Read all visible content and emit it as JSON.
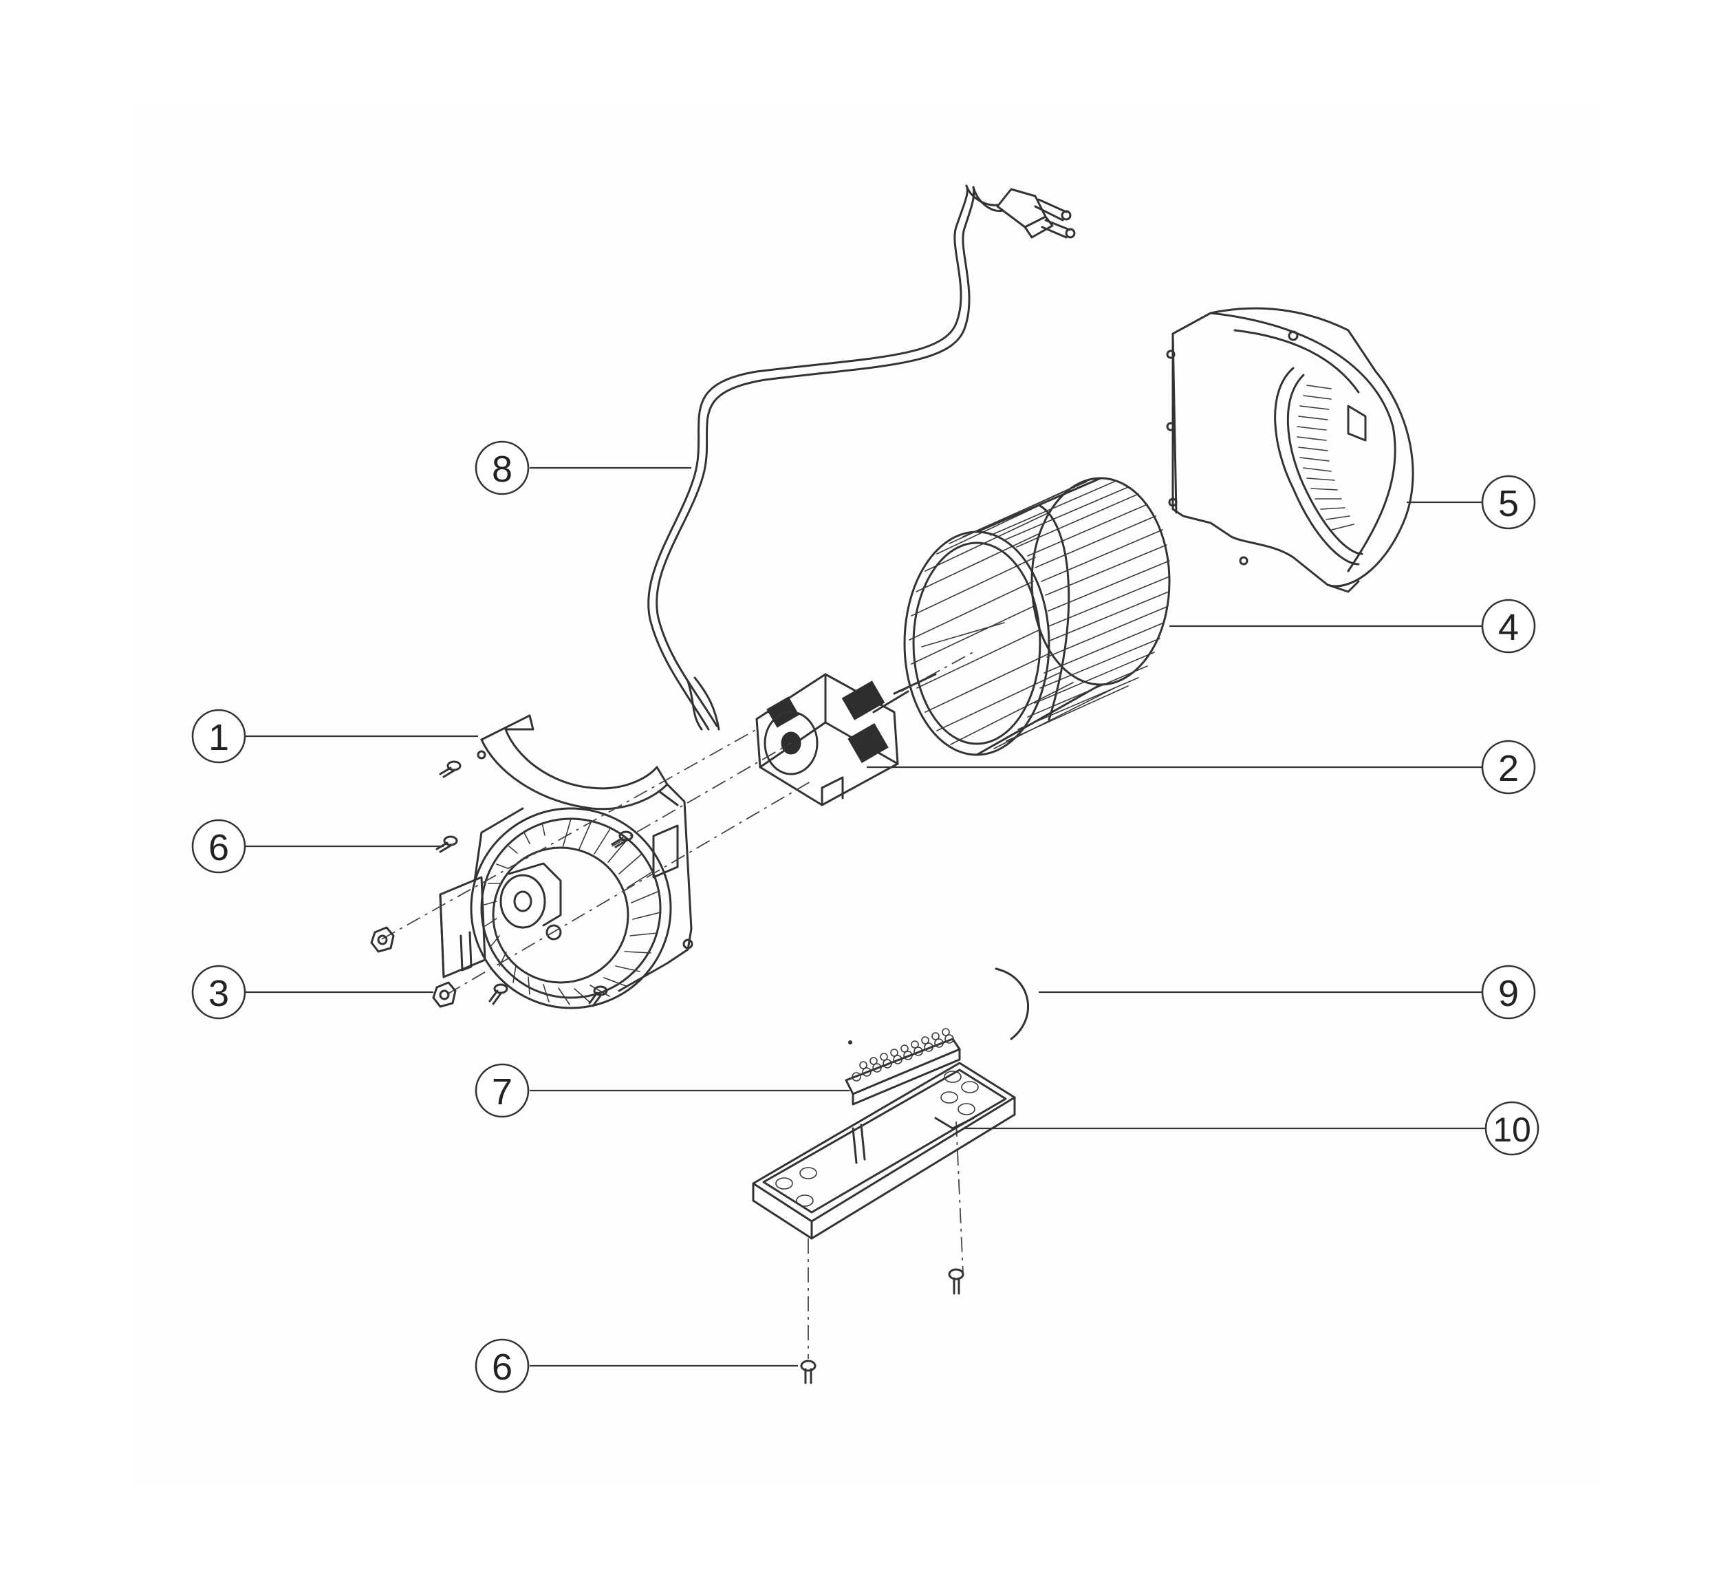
{
  "diagram": {
    "callouts": [
      {
        "id": "c1",
        "number": "1"
      },
      {
        "id": "c2",
        "number": "2"
      },
      {
        "id": "c3",
        "number": "3"
      },
      {
        "id": "c4",
        "number": "4"
      },
      {
        "id": "c5",
        "number": "5"
      },
      {
        "id": "c6a",
        "number": "6"
      },
      {
        "id": "c6b",
        "number": "6"
      },
      {
        "id": "c7",
        "number": "7"
      },
      {
        "id": "c8",
        "number": "8"
      },
      {
        "id": "c9",
        "number": "9"
      },
      {
        "id": "c10",
        "number": "10"
      }
    ]
  }
}
